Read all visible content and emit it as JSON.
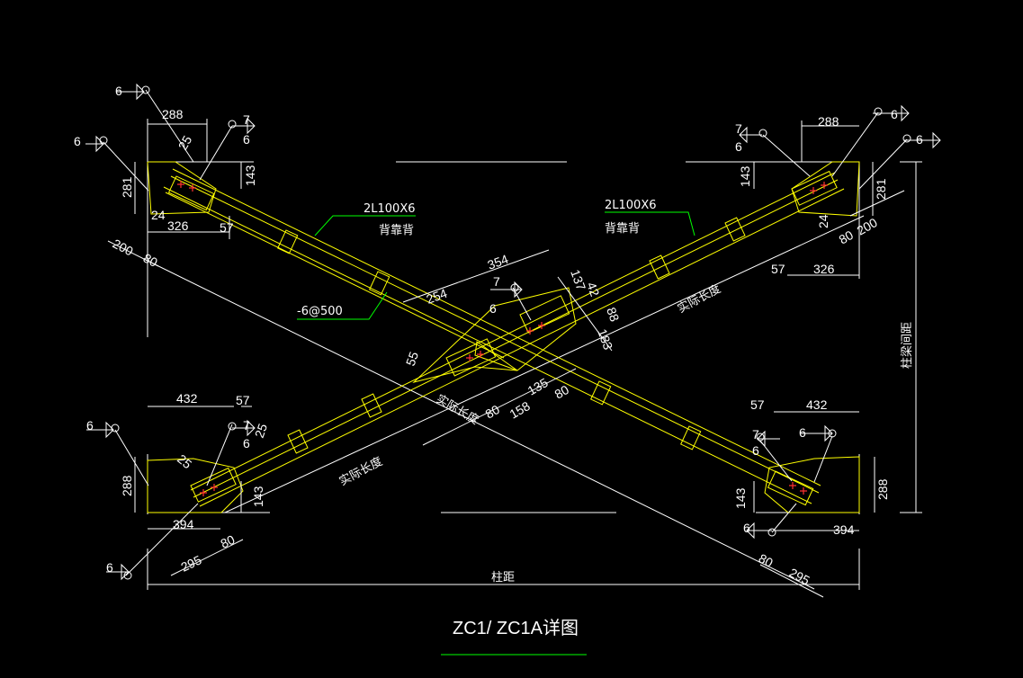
{
  "drawing": {
    "title": "ZC1/ ZC1A详图",
    "colors": {
      "background": "#000000",
      "lines": "#ffffff",
      "members": "#ffff00",
      "leaders": "#00ff00",
      "bolts": "#ff3030"
    },
    "callouts": {
      "member_left": "2L100X6",
      "member_left_note": "背靠背",
      "member_right": "2L100X6",
      "member_right_note": "背靠背",
      "filler_plate": "-6@500"
    },
    "labels": {
      "actual_length": "实际长度",
      "column_spacing": "柱距",
      "beam_to_beam_height": "柱梁间距"
    },
    "weld_symbols": {
      "size_6": "6",
      "size_7": "7"
    },
    "dimensions": {
      "d288": "288",
      "d281": "281",
      "d143": "143",
      "d326": "326",
      "d57": "57",
      "d25": "25",
      "d24": "24",
      "d200": "200",
      "d80": "80",
      "d354": "354",
      "d254": "254",
      "d137": "137",
      "d42": "42",
      "d88": "88",
      "d183": "183",
      "d55": "55",
      "d135": "135",
      "d158": "158",
      "d432": "432",
      "d394": "394",
      "d295": "295"
    }
  }
}
